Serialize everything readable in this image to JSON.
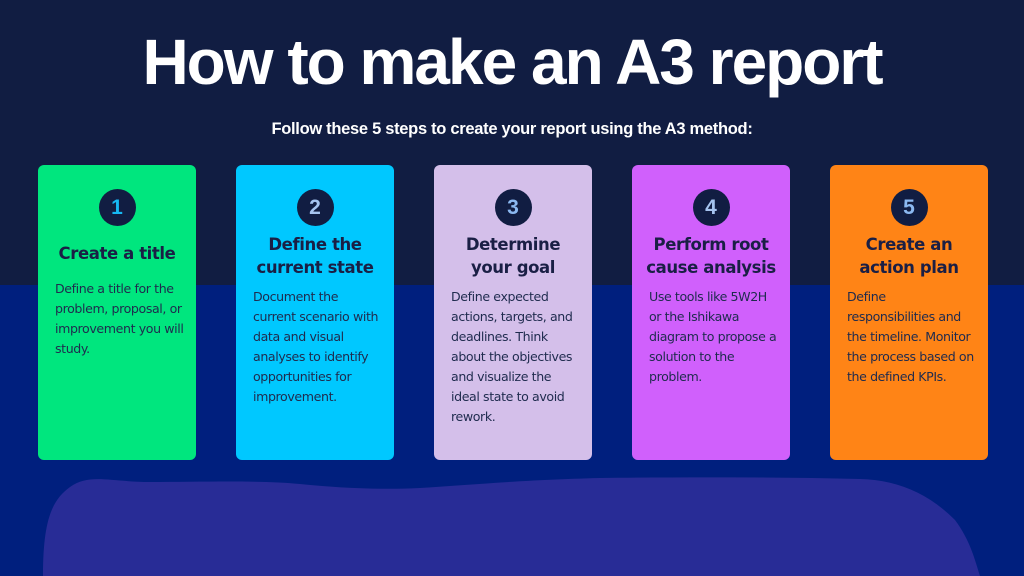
{
  "header": {
    "title": "How to make an A3 report",
    "subtitle": "Follow these 5 steps to create your report using the A3 method:"
  },
  "colors": {
    "top_background": "#111d42",
    "bottom_background": "#001f7e",
    "blob": "#282c96",
    "badge_background": "#111d42"
  },
  "steps": [
    {
      "number": "1",
      "title": "Create a title",
      "description": "Define a title for the problem, proposal, or improvement you will study.",
      "card_color": "#00e67e",
      "number_color": "#16b8f3"
    },
    {
      "number": "2",
      "title": "Define the current state",
      "description": "Document the current scenario with data and visual analyses to identify opportunities for improvement.",
      "card_color": "#00c8ff",
      "number_color": "#a6c4f0"
    },
    {
      "number": "3",
      "title": "Determine your goal",
      "description": "Define expected actions, targets, and deadlines. Think about the objectives and visualize the ideal state to avoid rework.",
      "card_color": "#d4bfea",
      "number_color": "#8bb8f0"
    },
    {
      "number": "4",
      "title": "Perform root cause analysis",
      "description": "Use tools like 5W2H or the Ishikawa diagram to propose a solution to the problem.",
      "card_color": "#d060fc",
      "number_color": "#a6c4f0"
    },
    {
      "number": "5",
      "title": "Create an action plan",
      "description": "Define responsibilities and the timeline. Monitor the process based on the defined KPIs.",
      "card_color": "#ff8416",
      "number_color": "#8bb8f0"
    }
  ]
}
